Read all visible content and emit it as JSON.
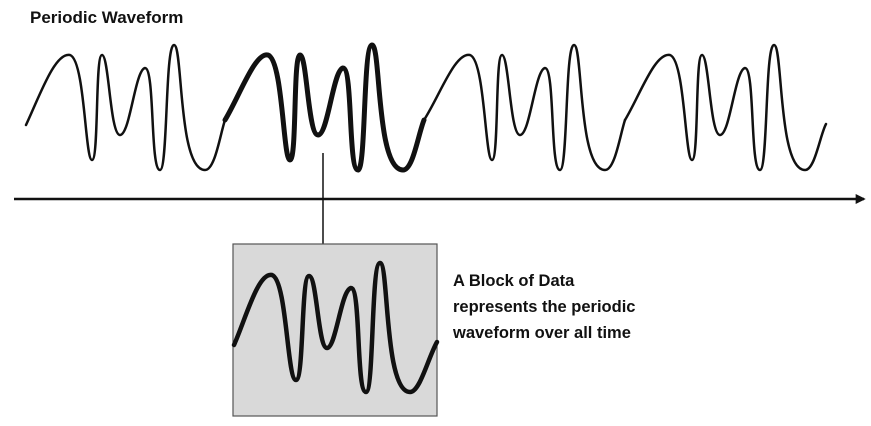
{
  "title": "Periodic Waveform",
  "caption": {
    "lines": [
      "A Block of Data",
      "represents the periodic",
      "waveform over all time"
    ]
  },
  "colors": {
    "ink": "#111111",
    "block_fill": "#d9d9d9",
    "block_border": "#555555"
  }
}
